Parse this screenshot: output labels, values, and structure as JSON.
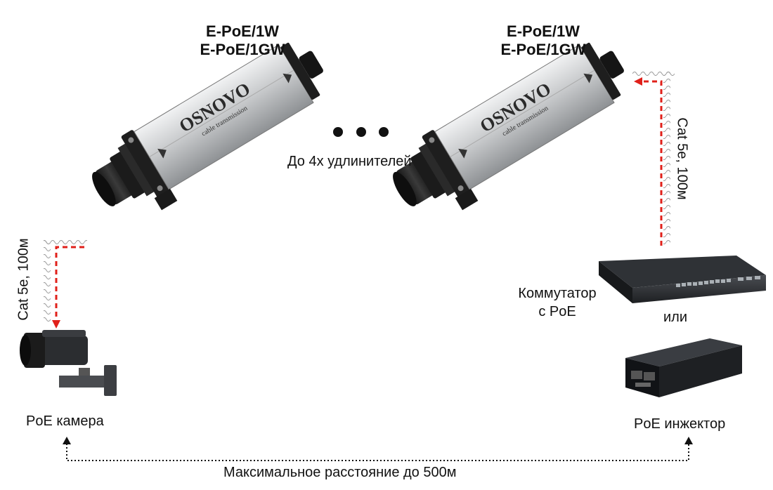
{
  "devices": {
    "left_model_1": "E-PoE/1W",
    "left_model_2": "E-PoE/1GW",
    "right_model_1": "E-PoE/1W",
    "right_model_2": "E-PoE/1GW",
    "brand": "OSNOVO",
    "brand_tagline": "cable transmission"
  },
  "middle": {
    "extenders_label": "До 4х удлинителей"
  },
  "cables": {
    "left_cable_label": "Cat 5e, 100м",
    "right_cable_label": "Cat 5e, 100м"
  },
  "endpoints": {
    "camera_label": "PoE камера",
    "switch_label_1": "Коммутатор",
    "switch_label_2": "с PoE",
    "or_label": "или",
    "injector_label": "PoE инжектор"
  },
  "distance": {
    "label": "Максимальное расстояние до 500м"
  },
  "colors": {
    "signal_arrow": "#e0201a",
    "body_silver": "#c9cbcd",
    "dark_parts": "#222222",
    "cable_twist": "#9a9a9a"
  },
  "icons": [
    "camera-icon",
    "switch-icon",
    "injector-icon",
    "extender-icon",
    "connector-icon"
  ]
}
